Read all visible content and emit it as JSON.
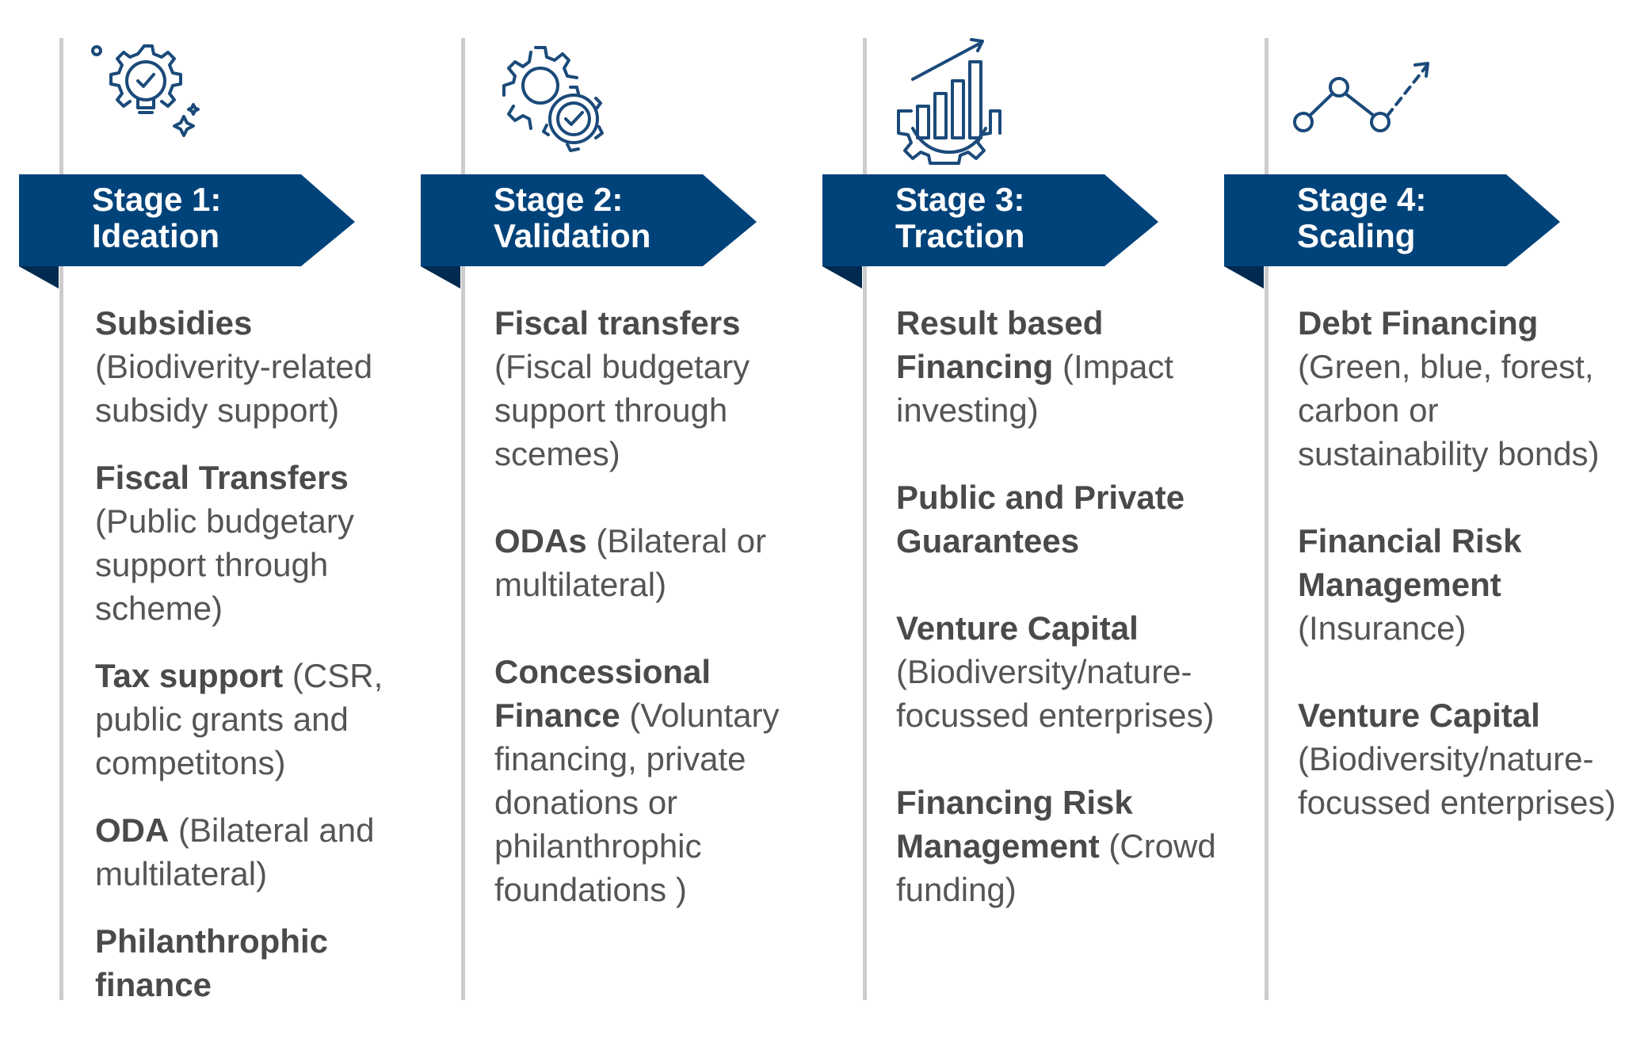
{
  "stages": [
    {
      "line1": "Stage 1:",
      "line2": "Ideation",
      "icon": "lightbulb-gear-icon",
      "items": [
        {
          "title": "Subsidies",
          "desc": "(Biodiverity-related subsidy support)"
        },
        {
          "title": "Fiscal Transfers",
          "desc": "(Public budgetary support through scheme)"
        },
        {
          "title": "Tax support",
          "desc": "(CSR, public grants and competitons)"
        },
        {
          "title": "ODA",
          "desc": "(Bilateral and multilateral)"
        },
        {
          "title": "Philanthrophic finance",
          "desc": ""
        }
      ]
    },
    {
      "line1": "Stage 2:",
      "line2": "Validation",
      "icon": "gears-check-icon",
      "items": [
        {
          "title": "Fiscal transfers",
          "desc": "(Fiscal budgetary support through scemes)"
        },
        {
          "title": "ODAs",
          "desc": "(Bilateral or multilateral)"
        },
        {
          "title": "Concessional Finance",
          "desc": "(Voluntary financing, private donations or philanthrophic foundations )"
        }
      ]
    },
    {
      "line1": "Stage 3:",
      "line2": "Traction",
      "icon": "growth-chart-gear-icon",
      "items": [
        {
          "title": "Result based Financing",
          "desc": "(Impact investing)"
        },
        {
          "title": "Public and Private Guarantees",
          "desc": ""
        },
        {
          "title": "Venture Capital",
          "desc": "(Biodiversity/nature-focussed enterprises)"
        },
        {
          "title": "Financing Risk Management",
          "desc": "(Crowd funding)"
        }
      ]
    },
    {
      "line1": "Stage 4:",
      "line2": "Scaling",
      "icon": "trend-line-arrow-icon",
      "items": [
        {
          "title": "Debt Financing",
          "desc": "(Green, blue, forest, carbon or sustainability bonds)"
        },
        {
          "title": "Financial Risk Management",
          "desc": "(Insurance)"
        },
        {
          "title": "Venture Capital",
          "desc": "(Biodiversity/nature-focussed enterprises)"
        }
      ]
    }
  ],
  "colors": {
    "banner": "#00437a",
    "banner_fold": "#002a4f",
    "divider": "#cccccc",
    "icon": "#1b4a7a"
  }
}
